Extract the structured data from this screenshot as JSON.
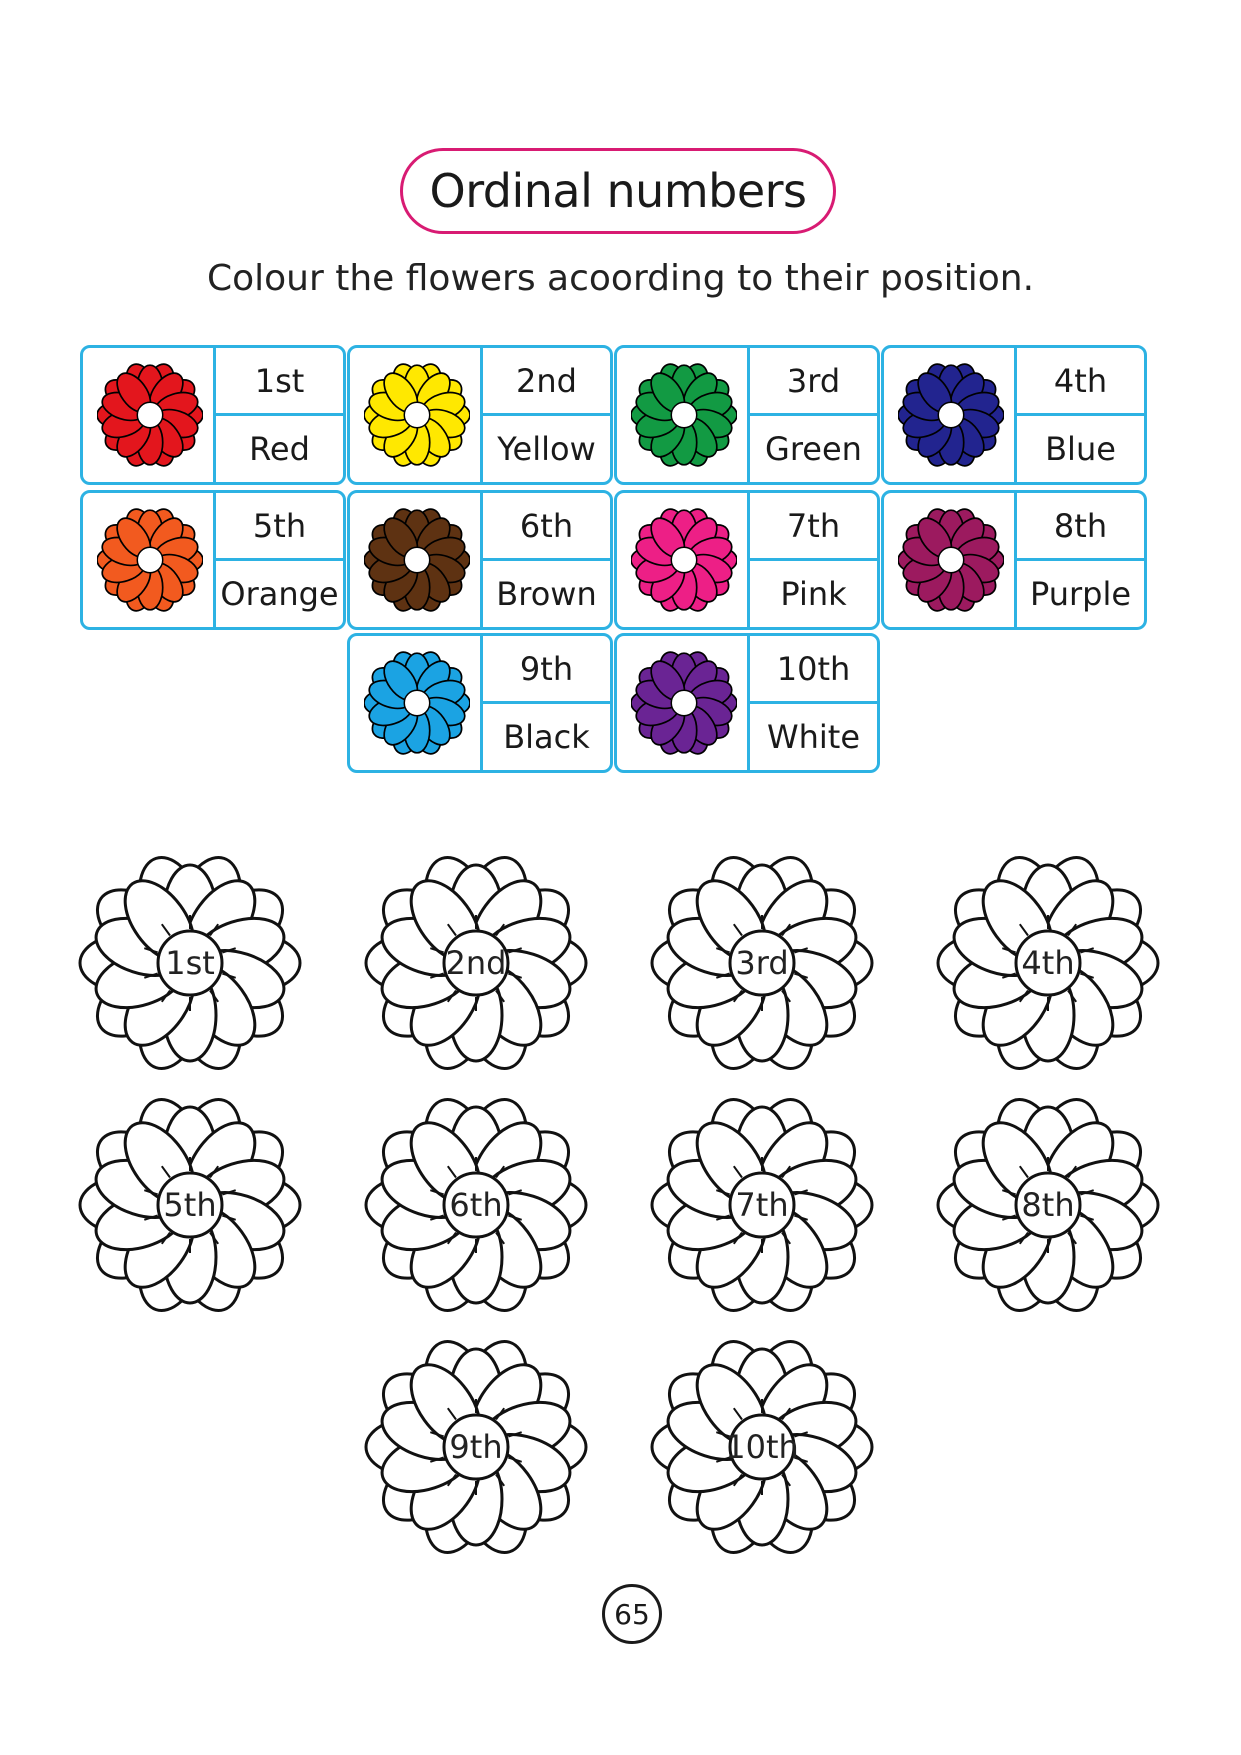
{
  "title": "Ordinal numbers",
  "instruction": "Colour the flowers acoording to their position.",
  "legend": [
    {
      "ordinal": "1st",
      "color_name": "Red",
      "color": "#e3161d"
    },
    {
      "ordinal": "2nd",
      "color_name": "Yellow",
      "color": "#ffe800"
    },
    {
      "ordinal": "3rd",
      "color_name": "Green",
      "color": "#129a43"
    },
    {
      "ordinal": "4th",
      "color_name": "Blue",
      "color": "#22248f"
    },
    {
      "ordinal": "5th",
      "color_name": "Orange",
      "color": "#f25a1f"
    },
    {
      "ordinal": "6th",
      "color_name": "Brown",
      "color": "#5e3212"
    },
    {
      "ordinal": "7th",
      "color_name": "Pink",
      "color": "#ed1f86"
    },
    {
      "ordinal": "8th",
      "color_name": "Purple",
      "color": "#9c1a5f"
    },
    {
      "ordinal": "9th",
      "color_name": "Black",
      "color": "#1ba3e3"
    },
    {
      "ordinal": "10th",
      "color_name": "White",
      "color": "#6a2494"
    }
  ],
  "outline_flowers": [
    "1st",
    "2nd",
    "3rd",
    "4th",
    "5th",
    "6th",
    "7th",
    "8th",
    "9th",
    "10th"
  ],
  "page_number": "65",
  "accent_colors": {
    "title_border": "#d81b73",
    "card_border": "#2db2e3"
  }
}
